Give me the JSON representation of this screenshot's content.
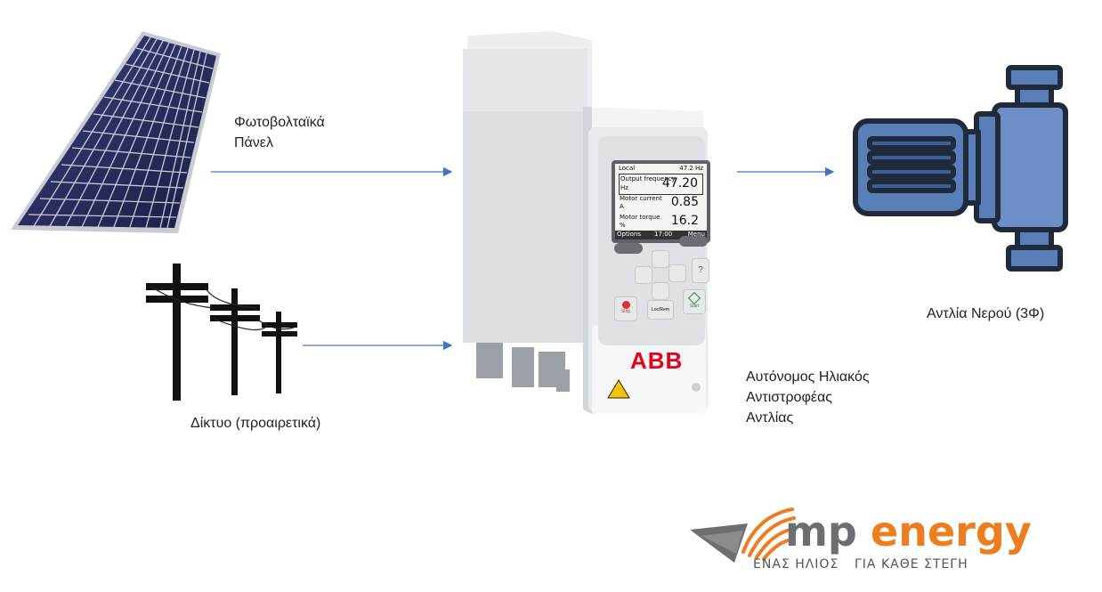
{
  "labels": {
    "pv": [
      "Φωτοβολταϊκά",
      "Πάνελ"
    ],
    "grid": "Δίκτυο (προαιρετικά)",
    "pump": "Αντλία Νερού (3Φ)",
    "inverter": [
      "Αυτόνομος Ηλιακός",
      "Αντιστροφέας",
      "Αντλίας"
    ]
  },
  "drive": {
    "brand": "ABB",
    "display": {
      "header_left": "Local",
      "header_right": "47.2 Hz",
      "rows": [
        {
          "label": "Output frequency",
          "unit": "Hz",
          "value": "47.20"
        },
        {
          "label": "Motor current",
          "unit": "A",
          "value": "0.85"
        },
        {
          "label": "Motor torque",
          "unit": "%",
          "value": "16.2"
        }
      ],
      "footer_left": "Options",
      "footer_center": "17:00",
      "footer_right": "Menu"
    },
    "keys": {
      "stop": "Stop",
      "locrem": "Loc/Rem",
      "start": "Start",
      "help": "?"
    }
  },
  "logo": {
    "brand_mp": "mp",
    "brand_energy": "energy",
    "slogan_left": "ΕΝΑΣ ΗΛΙΟΣ",
    "slogan_right": "ΓΙΑ ΚΑΘΕ ΣΤΕΓΗ",
    "colors": {
      "orange": "#ee7d1f",
      "gray": "#6d6e71"
    }
  },
  "colors": {
    "arrow": "#4472c4",
    "pump_blue": "#5a7fb8",
    "pump_dark": "#1f2a3a"
  }
}
